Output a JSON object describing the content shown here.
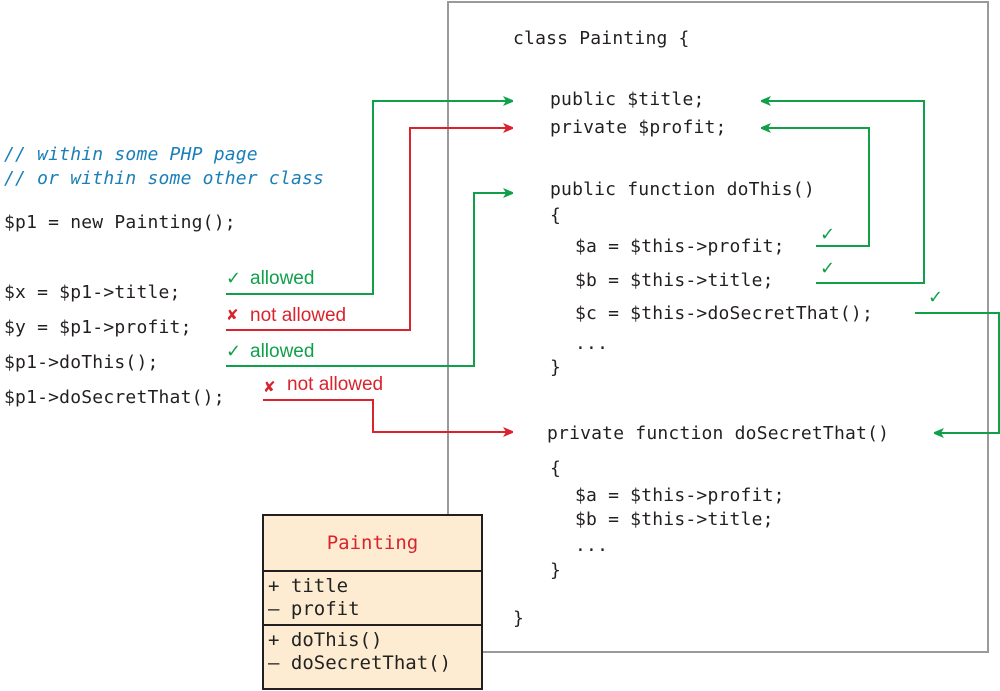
{
  "caller": {
    "comments": [
      "// within some PHP page",
      "// or within some other class"
    ],
    "instantiate": "$p1 = new Painting();",
    "statements": [
      {
        "code": "$x = $p1->title;",
        "result": "allowed",
        "status": "allowed"
      },
      {
        "code": "$y = $p1->profit;",
        "result": "not allowed",
        "status": "denied"
      },
      {
        "code": "$p1->doThis();",
        "result": "allowed",
        "status": "allowed"
      },
      {
        "code": "$p1->doSecretThat();",
        "result": "not allowed",
        "status": "denied"
      }
    ]
  },
  "class_def": {
    "header": "class Painting {",
    "members": [
      "public $title;",
      "private $profit;"
    ],
    "method1": {
      "signature": "public function doThis()",
      "open": "{",
      "body": [
        "$a = $this->profit;",
        "$b = $this->title;",
        "$c = $this->doSecretThat();",
        "..."
      ],
      "close": "}"
    },
    "method2": {
      "signature": "private function doSecretThat()",
      "open": "{",
      "body": [
        "$a = $this->profit;",
        "$b = $this->title;",
        "..."
      ],
      "close": "}"
    },
    "footer": "}"
  },
  "uml": {
    "name": "Painting",
    "attributes": [
      "+ title",
      "– profit"
    ],
    "operations": [
      "+ doThis()",
      "– doSecretThat()"
    ]
  },
  "marks": {
    "allowed": "✓",
    "denied": "✘"
  },
  "colors": {
    "allowed": "#10a04a",
    "denied": "#d9232d",
    "comment": "#1a7fb8",
    "uml_fill": "#fdecd1",
    "box_border": "#9a9a9a"
  }
}
